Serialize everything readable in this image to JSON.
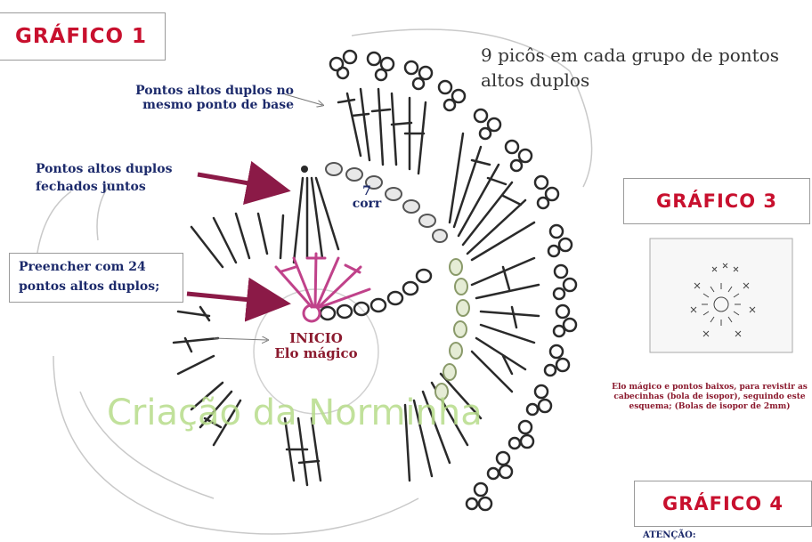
{
  "grafico1": {
    "title": "GRÁFICO 1",
    "label_picos": "9 picôs em cada grupo de pontos altos duplos",
    "label_mesmo_ponto": "Pontos altos duplos no mesmo ponto de base",
    "label_fechados": "Pontos altos duplos fechados juntos",
    "label_preencher": "Preencher com 24 pontos altos duplos;",
    "label_corr": "7 corr",
    "label_inicio": "INICIO",
    "label_elo": "Elo mágico",
    "watermark": "Criação da Norminha"
  },
  "grafico3": {
    "title": "GRÁFICO 3",
    "caption": "Elo mágico e pontos baixos, para revistir as cabecinhas (bola de isopor), seguindo este esquema; (Bolas de isopor de 2mm)"
  },
  "grafico4": {
    "title": "GRÁFICO 4",
    "atencao": "ATENÇÃO:"
  },
  "colors": {
    "title_red": "#c8102e",
    "arrow_maroon": "#8b1a47",
    "label_navy": "#1c2a6b",
    "watermark_green": "#b7dc8a"
  }
}
